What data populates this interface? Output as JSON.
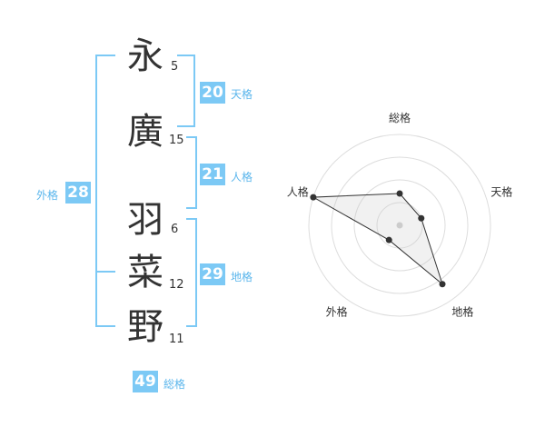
{
  "characters": [
    {
      "char": "永",
      "strokes": "5"
    },
    {
      "char": "廣",
      "strokes": "15"
    },
    {
      "char": "羽",
      "strokes": "6"
    },
    {
      "char": "菜",
      "strokes": "12"
    },
    {
      "char": "野",
      "strokes": "11"
    }
  ],
  "kakusu": {
    "tenkaku": {
      "value": "20",
      "label": "天格"
    },
    "jinkaku": {
      "value": "21",
      "label": "人格"
    },
    "chikaku": {
      "value": "29",
      "label": "地格"
    },
    "gaikaku": {
      "value": "28",
      "label": "外格"
    },
    "soukaku": {
      "value": "49",
      "label": "総格"
    }
  },
  "chart_data": {
    "type": "radar",
    "axes": [
      "総格",
      "天格",
      "地格",
      "外格",
      "人格"
    ],
    "values": [
      0.35,
      0.25,
      0.8,
      0.2,
      1.0
    ],
    "max": 1.0,
    "rings": 4
  },
  "colors": {
    "accent": "#7cc9f5",
    "label": "#5bb6ec",
    "text": "#333333"
  }
}
